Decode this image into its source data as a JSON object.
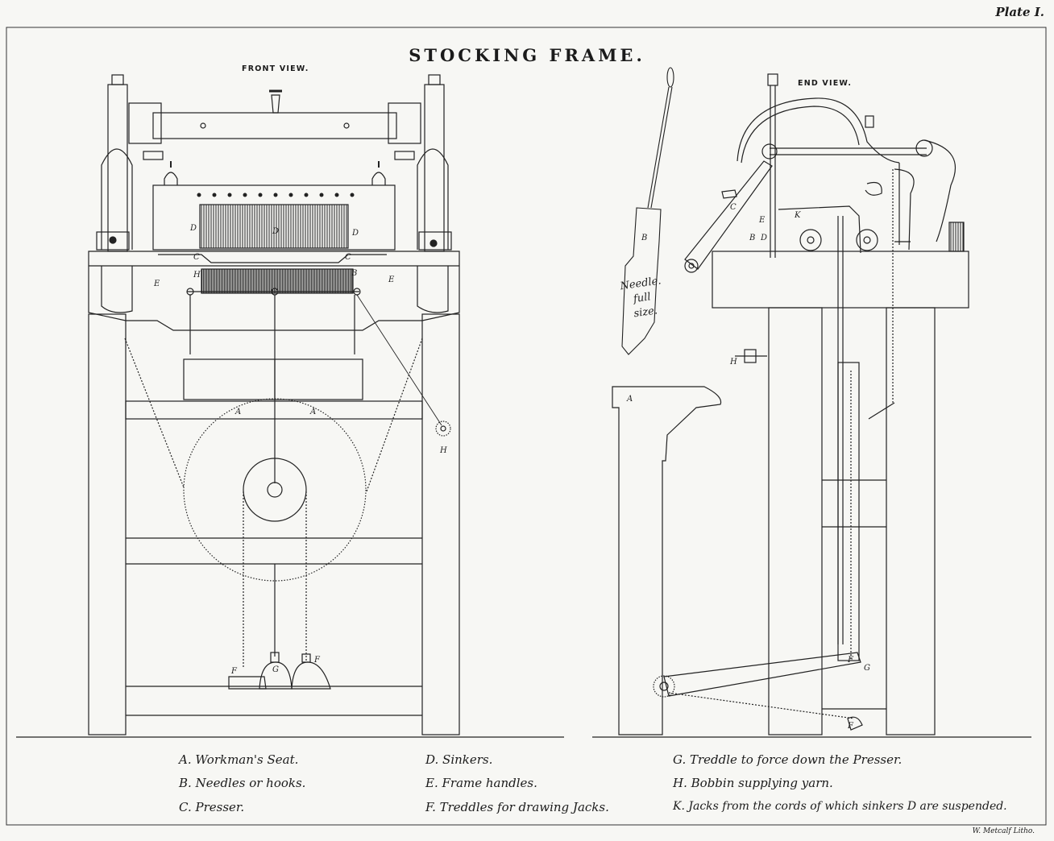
{
  "plate": "Plate I.",
  "title": "STOCKING FRAME.",
  "front_view_label": "FRONT VIEW.",
  "end_view_label": "END VIEW.",
  "needle_label": [
    "Needle.",
    "full",
    "size."
  ],
  "part_letters": {
    "A": "A",
    "B": "B",
    "C": "C",
    "D": "D",
    "E": "E",
    "F": "F",
    "G": "G",
    "H": "H",
    "K": "K"
  },
  "legend": [
    {
      "key": "A.",
      "text": "Workman's Seat."
    },
    {
      "key": "B.",
      "text": "Needles or hooks."
    },
    {
      "key": "C.",
      "text": "Presser."
    },
    {
      "key": "D.",
      "text": "Sinkers."
    },
    {
      "key": "E.",
      "text": "Frame handles."
    },
    {
      "key": "F.",
      "text": "Treddles for drawing Jacks."
    },
    {
      "key": "G.",
      "text": "Treddle  to force down the Presser."
    },
    {
      "key": "H.",
      "text": "Bobbin supplying yarn."
    },
    {
      "key": "K.",
      "text": "Jacks from the cords of which sinkers D are suspended."
    }
  ],
  "lithographer": "W. Metcalf Litho."
}
